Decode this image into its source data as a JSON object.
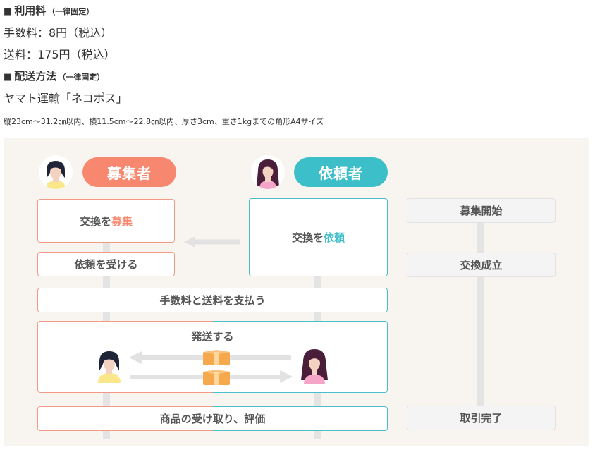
{
  "fee_section": {
    "square": "■",
    "title": "利用料",
    "note": "（一律固定）",
    "handling_fee": "手数料：8円（税込）",
    "shipping_fee": "送料：175円（税込）"
  },
  "shipping_section": {
    "square": "■",
    "title": "配送方法",
    "note": "（一律固定）",
    "method": "ヤマト運輸「ネコポス」",
    "size_note": "縦23cm～31.2㎝以内、横11.5cm～22.8㎝以内、厚さ3cm、重さ1kgまでの角形A4サイズ"
  },
  "diagram": {
    "recruiter": {
      "label": "募集者",
      "color": "#f7876e"
    },
    "requester": {
      "label": "依頼者",
      "color": "#3dbfc9"
    },
    "recruit_exchange": {
      "prefix": "交換を",
      "highlight": "募集"
    },
    "request_exchange": {
      "prefix": "交換を",
      "highlight": "依頼"
    },
    "receive_request": "依頼を受ける",
    "pay_fees": "手数料と送料を支払う",
    "ship": "発送する",
    "receive_review": "商品の受け取り、評価",
    "status": {
      "start": "募集開始",
      "established": "交換成立",
      "complete": "取引完了"
    }
  }
}
